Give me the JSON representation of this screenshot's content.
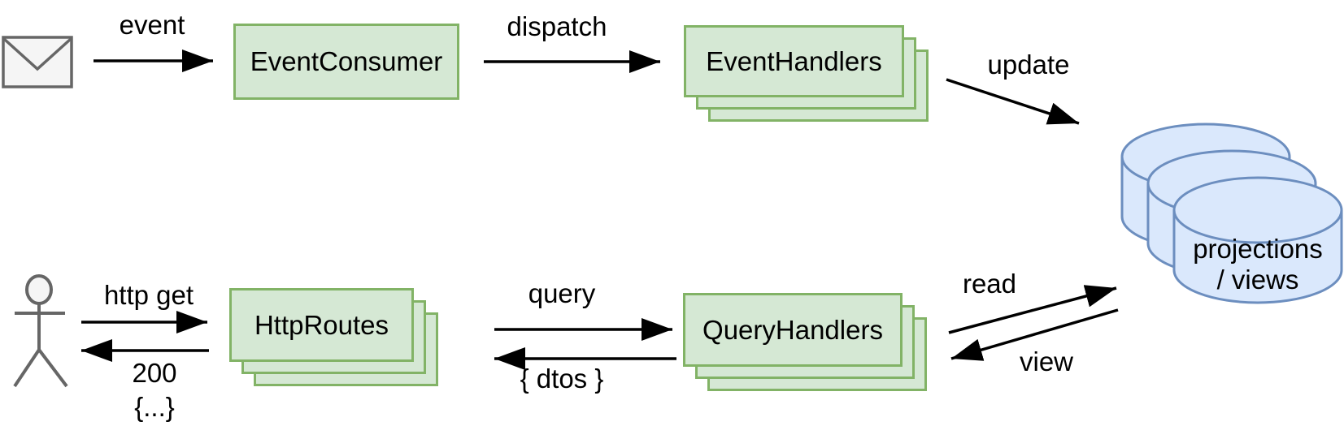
{
  "diagram": {
    "kind": "architecture-flow-diagram",
    "colors": {
      "node_fill": "#d5e8d4",
      "node_border": "#82b366",
      "store_fill": "#dae8fc",
      "store_border": "#6c8ebf",
      "actor_stroke": "#666666",
      "actor_fill": "#f5f5f5",
      "arrow": "#000000",
      "text": "#000000",
      "background": "#ffffff"
    },
    "icons": {
      "event_source": "envelope-icon",
      "user": "actor-stick-figure-icon",
      "datastore": "database-cylinder-icon"
    },
    "nodes": {
      "event_consumer": {
        "label": "EventConsumer"
      },
      "event_handlers": {
        "label": "EventHandlers"
      },
      "http_routes": {
        "label": "HttpRoutes"
      },
      "query_handlers": {
        "label": "QueryHandlers"
      },
      "projections_store": {
        "label_line1": "projections",
        "label_line2": "/ views"
      }
    },
    "edges": {
      "event": {
        "label": "event"
      },
      "dispatch": {
        "label": "dispatch"
      },
      "update": {
        "label": "update"
      },
      "http_get": {
        "label": "http get"
      },
      "http_response_code": {
        "label": "200"
      },
      "http_response_body": {
        "label": "{...}"
      },
      "query": {
        "label": "query"
      },
      "dtos": {
        "label": "{ dtos }"
      },
      "read": {
        "label": "read"
      },
      "view": {
        "label": "view"
      }
    }
  }
}
